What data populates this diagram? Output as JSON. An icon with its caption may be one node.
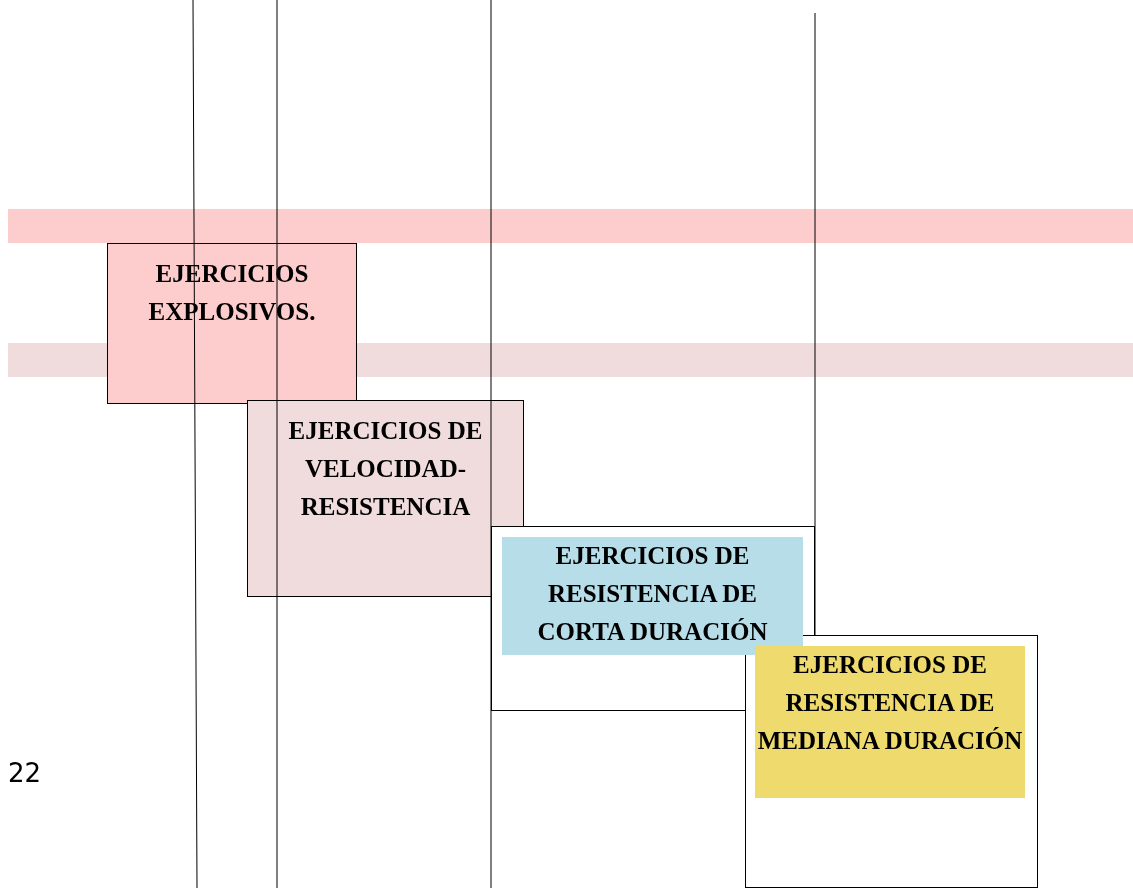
{
  "diagram": {
    "nodes": [
      {
        "text": [
          "EJERCICIOS EXPLOSIVOS."
        ]
      },
      {
        "text": [
          "EJERCICIOS DE VELOCIDAD-RESISTENCIA"
        ]
      },
      {
        "text": [
          "EJERCICIOS DE RESISTENCIA DE CORTA DURACIÓN"
        ]
      },
      {
        "text": [
          "EJERCICIOS DE RESISTENCIA DE MEDIANA DURACIÓN"
        ]
      }
    ],
    "labels": [
      "22"
    ]
  }
}
